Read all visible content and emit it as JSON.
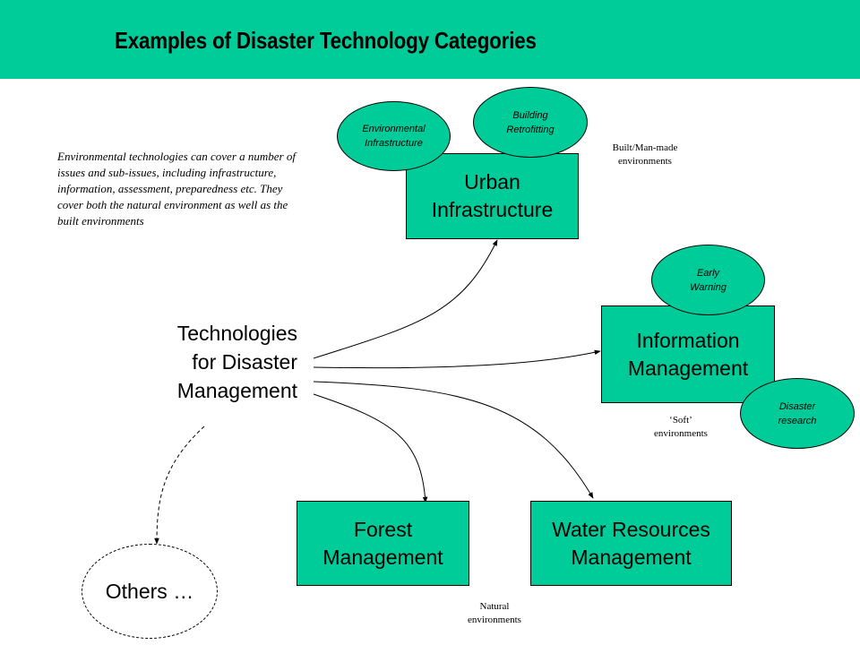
{
  "title": "Examples of Disaster Technology Categories",
  "description": "Environmental technologies can cover a number of issues and sub-issues, including infrastructure, information, assessment, preparedness etc. They cover both the natural environment as well as the built environments",
  "center": "Technologies\nfor Disaster\nManagement",
  "boxes": {
    "urban": "Urban\nInfrastructure",
    "information": "Information\nManagement",
    "forest": "Forest\nManagement",
    "water": "Water Resources\nManagement"
  },
  "ellipses": {
    "environmental": "Environmental\nInfrastructure",
    "building": "Building\nRetrofitting",
    "early": "Early\nWarning",
    "research": "Disaster\nresearch"
  },
  "notes": {
    "built": "Built/Man-made\nenvironments",
    "soft": "‘Soft’\nenvironments",
    "natural": "Natural\nenvironments"
  },
  "others": "Others …",
  "colors": {
    "header": "#00cc99",
    "box": "#00cc99"
  }
}
